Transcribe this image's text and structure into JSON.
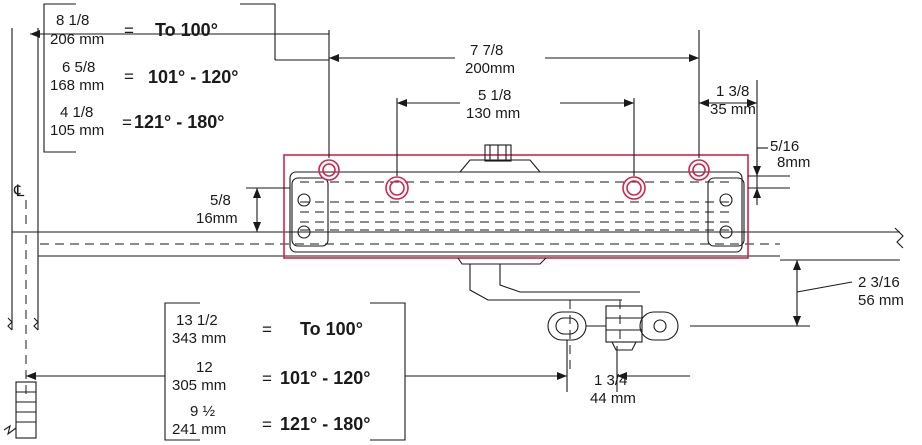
{
  "colors": {
    "line": "#1a1a1a",
    "highlight": "#d0264a",
    "background": "#ffffff"
  },
  "centerline_symbol": "℄",
  "top_table": {
    "rows": [
      {
        "inch": "8 1/8",
        "mm": "206 mm",
        "eq": "=",
        "range": "To 100°"
      },
      {
        "inch": "6 5/8",
        "mm": "168 mm",
        "eq": "=",
        "range": "101° - 120°"
      },
      {
        "inch": "4 1/8",
        "mm": "105 mm",
        "eq": "=",
        "range": "121° - 180°"
      }
    ]
  },
  "bottom_table": {
    "rows": [
      {
        "inch": "13 1/2",
        "mm": "343 mm",
        "eq": "=",
        "range": "To 100°"
      },
      {
        "inch": "12",
        "mm": "305 mm",
        "eq": "=",
        "range": "101° - 120°"
      },
      {
        "inch": "9 ½",
        "mm": "241 mm",
        "eq": "=",
        "range": "121° - 180°"
      }
    ]
  },
  "dimensions": {
    "overall_holes": {
      "inch": "7 7/8",
      "mm": "200mm"
    },
    "inner_holes": {
      "inch": "5 1/8",
      "mm": "130 mm"
    },
    "end_offset": {
      "inch": "1 3/8",
      "mm": "35 mm"
    },
    "top_offset": {
      "inch": "5/16",
      "mm": "8mm"
    },
    "hole_drop": {
      "inch": "5/8",
      "mm": "16mm"
    },
    "arm_drop": {
      "inch": "2 3/16",
      "mm": "56 mm"
    },
    "shoe_width": {
      "inch": "1 3/4",
      "mm": "44 mm"
    }
  }
}
